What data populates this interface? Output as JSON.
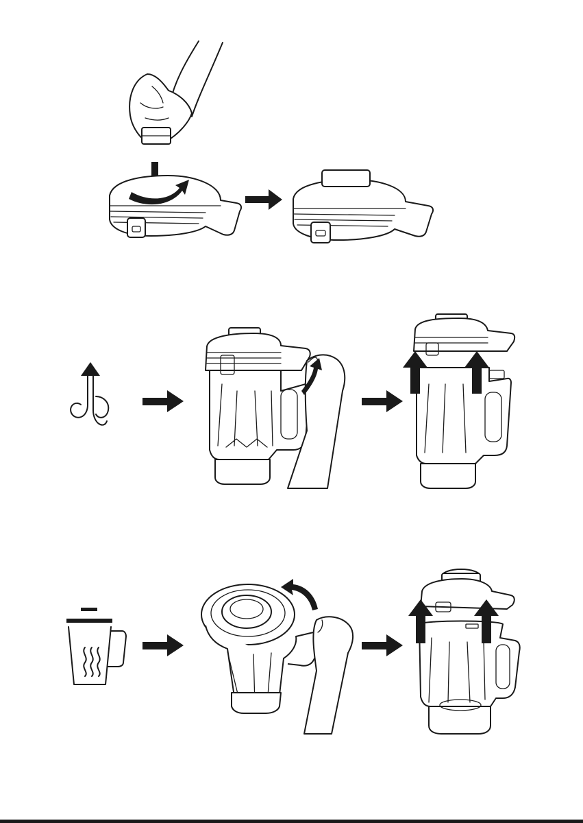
{
  "figures": [
    {
      "id": "step-1",
      "description_icons": [
        "hand-icon",
        "measuring-cap-icon",
        "down-arrow-icon",
        "rotate-clockwise-arrow-icon",
        "right-arrow-icon",
        "lid-icon"
      ]
    },
    {
      "id": "step-2",
      "description_icons": [
        "steam-icon",
        "right-arrow-icon",
        "blender-jug-icon",
        "hand-icon",
        "up-arrow-icon"
      ]
    },
    {
      "id": "step-3",
      "description_icons": [
        "hot-jug-icon",
        "right-arrow-icon",
        "blender-jug-icon",
        "hand-icon",
        "rotate-counterclockwise-arrow-icon",
        "up-arrow-icon"
      ]
    }
  ],
  "colors": {
    "ink": "#1a1a1a",
    "paper": "#ffffff"
  }
}
